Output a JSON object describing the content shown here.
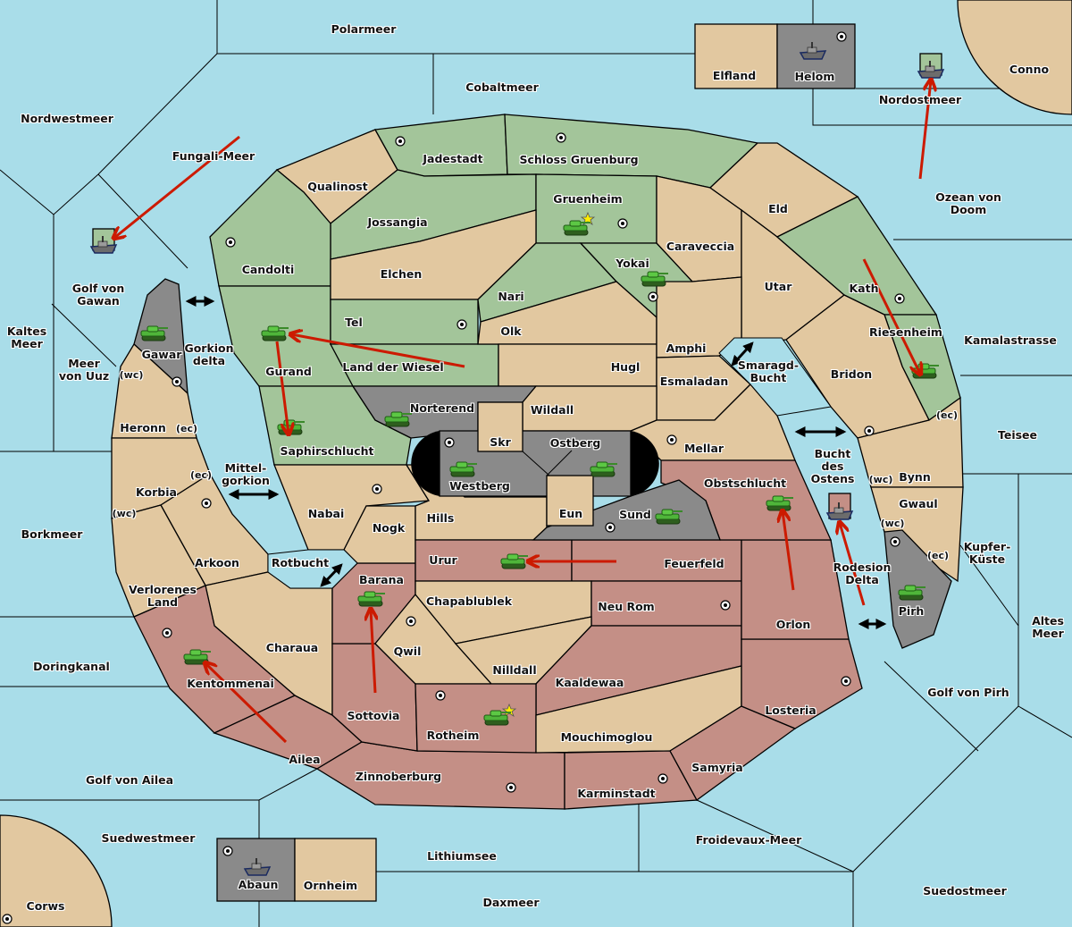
{
  "map": {
    "colors": {
      "sea": "#a9dde9",
      "neutral_land": "#e2c8a0",
      "green_power": "#a3c59a",
      "red_power": "#c48f86",
      "gray_power": "#8a8a8a",
      "order_arrow": "#cc1a00",
      "star": "#ffee00"
    },
    "labels": [
      "Polarmeer",
      "Cobaltmeer",
      "Nordwestmeer",
      "Elfland",
      "Helom",
      "Conno",
      "Nordostmeer",
      "Fungali-Meer",
      "Jadestadt",
      "Schloss Gruenburg",
      "Qualinost",
      "Gruenheim",
      "Eld",
      "Ozean von Doom",
      "Jossangia",
      "Caraveccia",
      "Candolti",
      "Yokai",
      "Elchen",
      "Golf von\nGawan",
      "Utar",
      "Kath",
      "Nari",
      "Tel",
      "Kaltes\nMeer",
      "Olk",
      "Riesenheim",
      "Amphi",
      "Kamalastrasse",
      "Gawar",
      "Gorkion\ndelta",
      "Smaragd-\nBucht",
      "Meer\nvon Uuz",
      "(wc)",
      "Gurand",
      "Land der Wiesel",
      "Hugl",
      "Bridon",
      "Esmaladan",
      "Norterend",
      "Wildall",
      "(ec)",
      "Heronn",
      "(ec)",
      "Teisee",
      "Skr",
      "Ostberg",
      "Mellar",
      "Saphirschlucht",
      "Bucht\ndes\nOstens",
      "Mittel-\ngorkion",
      "(ec)",
      "Bynn",
      "(wc)",
      "Westberg",
      "Obstschlucht",
      "Korbia",
      "Gwaul",
      "Nabai",
      "(wc)",
      "Hills",
      "Eun",
      "Sund",
      "Nogk",
      "(wc)",
      "Borkmeer",
      "Kupfer-\nKüste",
      "(ec)",
      "Urur",
      "Rotbucht",
      "Arkoon",
      "Feuerfeld",
      "Rodesion\nDelta",
      "Barana",
      "Verlorenes\nLand",
      "Chapablublek",
      "Neu Rom",
      "Pirh",
      "Altes\nMeer",
      "Orlon",
      "Charaua",
      "Qwil",
      "Doringkanal",
      "Nilldall",
      "Kaaldewaa",
      "Kentommenai",
      "Golf von Pirh",
      "Losteria",
      "Sottovia",
      "Rotheim",
      "Mouchimoglou",
      "Ailea",
      "Samyria",
      "Zinnoberburg",
      "Golf von Ailea",
      "Karminstadt",
      "Suedwestmeer",
      "Froidevaux-Meer",
      "Lithiumsee",
      "Suedostmeer",
      "Abaun",
      "Ornheim",
      "Daxmeer",
      "Corws"
    ],
    "units": [
      {
        "type": "army",
        "power": "green",
        "region": "Gawar"
      },
      {
        "type": "army",
        "power": "green",
        "region": "Gurand"
      },
      {
        "type": "army",
        "power": "green",
        "region": "Saphirschlucht"
      },
      {
        "type": "army",
        "power": "green",
        "region": "Norterend"
      },
      {
        "type": "army",
        "power": "green",
        "region": "Westberg"
      },
      {
        "type": "army",
        "power": "green",
        "region": "Ostberg"
      },
      {
        "type": "army",
        "power": "green",
        "region": "Sund"
      },
      {
        "type": "army",
        "power": "green",
        "region": "Gruenheim"
      },
      {
        "type": "army",
        "power": "green",
        "region": "Yokai"
      },
      {
        "type": "army",
        "power": "green",
        "region": "Riesenheim"
      },
      {
        "type": "army",
        "power": "green",
        "region": "Obstschlucht"
      },
      {
        "type": "army",
        "power": "green",
        "region": "Pirh"
      },
      {
        "type": "army",
        "power": "green",
        "region": "Urur"
      },
      {
        "type": "army",
        "power": "green",
        "region": "Barana"
      },
      {
        "type": "army",
        "power": "green",
        "region": "Kentommenai"
      },
      {
        "type": "army",
        "power": "green",
        "region": "Rotheim"
      },
      {
        "type": "fleet",
        "region": "Golf von Gawan"
      },
      {
        "type": "fleet",
        "region": "Nordostmeer"
      },
      {
        "type": "fleet",
        "region": "Helom"
      },
      {
        "type": "fleet",
        "region": "Rodesion Delta"
      },
      {
        "type": "fleet",
        "region": "Abaun"
      }
    ],
    "home_stars": [
      "Gruenheim",
      "Rotheim"
    ],
    "orders": [
      {
        "from": "Fungali-Meer",
        "to": "Golf von Gawan"
      },
      {
        "from": "Ozean von Doom",
        "to": "Nordostmeer"
      },
      {
        "from": "Land der Wiesel",
        "to": "Gurand"
      },
      {
        "from": "Gurand",
        "to": "Saphirschlucht"
      },
      {
        "from": "Kath",
        "to": "Riesenheim"
      },
      {
        "from": "Feuerfeld",
        "to": "Urur"
      },
      {
        "from": "Orlon",
        "to": "Obstschlucht"
      },
      {
        "from": "Rodesion Delta",
        "to": "Bucht des Ostens"
      },
      {
        "from": "Sottovia",
        "to": "Barana"
      },
      {
        "from": "Ailea",
        "to": "Kentommenai"
      }
    ]
  }
}
